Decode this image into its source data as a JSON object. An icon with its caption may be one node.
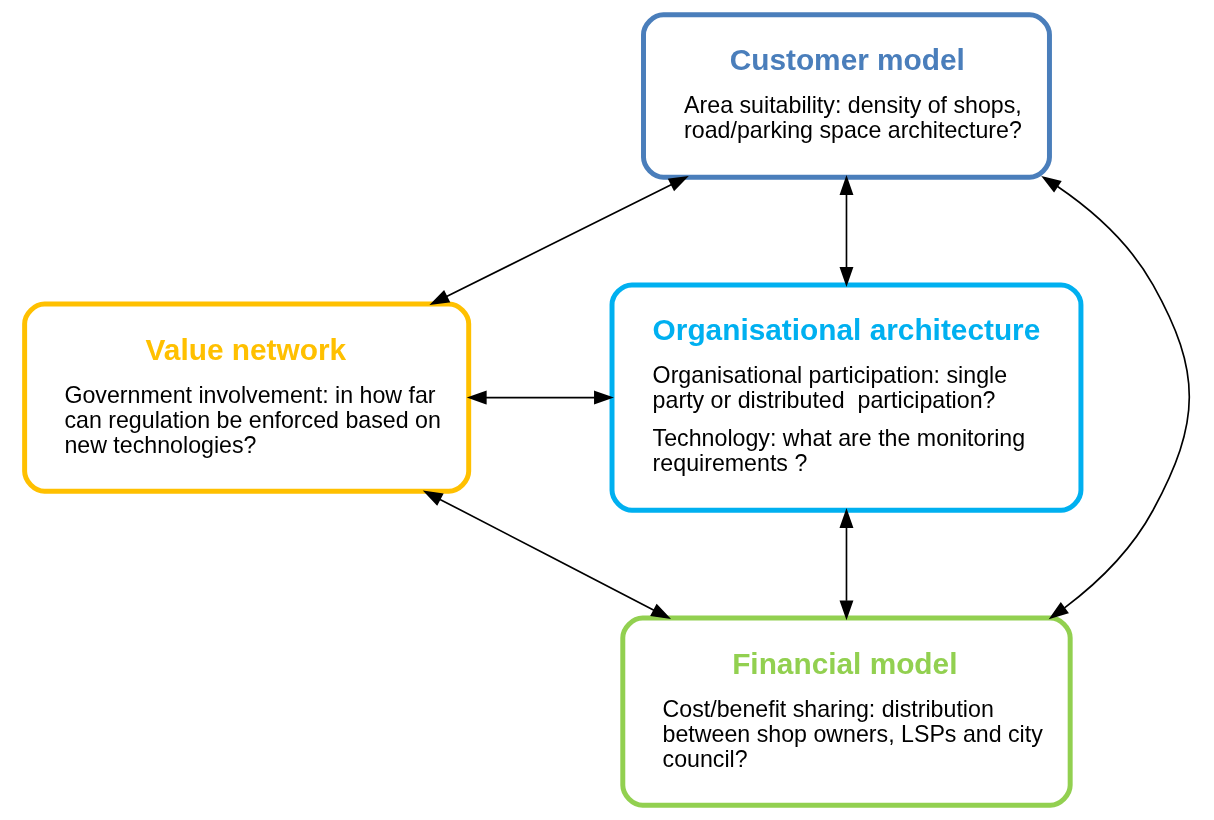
{
  "diagram": {
    "nodes": [
      {
        "text": [
          "Customer model",
          "Area suitability: density of shops, road/parking space architecture?"
        ]
      },
      {
        "text": [
          "Value network",
          "Government involvement: in how far can regulation be enforced based on new technologies?"
        ]
      },
      {
        "text": [
          "Organisational architecture",
          "Organisational participation: single party or distributed  participation?",
          "Technology: what are the monitoring requirements ?"
        ]
      },
      {
        "text": [
          "Financial model",
          "Cost/benefit sharing: distribution between shop owners, LSPs and city council?"
        ]
      }
    ],
    "edges": [
      {
        "from": 0,
        "to": 1,
        "arrow": "both"
      },
      {
        "from": 0,
        "to": 2,
        "arrow": "both"
      },
      {
        "from": 1,
        "to": 2,
        "arrow": "both"
      },
      {
        "from": 0,
        "to": 3,
        "arrow": "both"
      },
      {
        "from": 1,
        "to": 3,
        "arrow": "both"
      },
      {
        "from": 2,
        "to": 3,
        "arrow": "both"
      }
    ]
  }
}
